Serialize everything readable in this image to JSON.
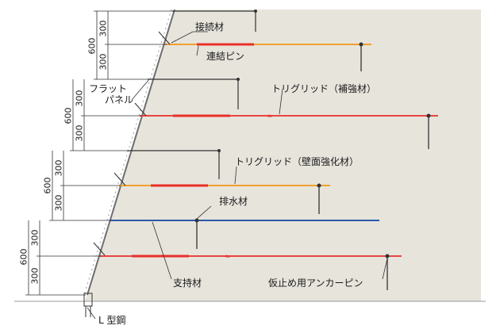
{
  "labels": {
    "connector": "接続材",
    "link_pin": "連結ピン",
    "flat_panel_1": "フラット",
    "flat_panel_2": "パネル",
    "trigrid_reinforce": "トリグリッド（補強材）",
    "trigrid_wall": "トリグリッド（壁面強化材）",
    "drainage": "排水材",
    "support": "支持材",
    "anchor_pin": "仮止め用アンカーピン",
    "angle_steel": "L 型鋼"
  },
  "dimensions": {
    "d300": "300",
    "d600": "600"
  },
  "colors": {
    "fill": "#e7e4dc",
    "face": "#6e6e6e",
    "line": "#333333",
    "orange": "#f0a030",
    "red": "#e8302a",
    "blue": "#2a5aa8"
  }
}
